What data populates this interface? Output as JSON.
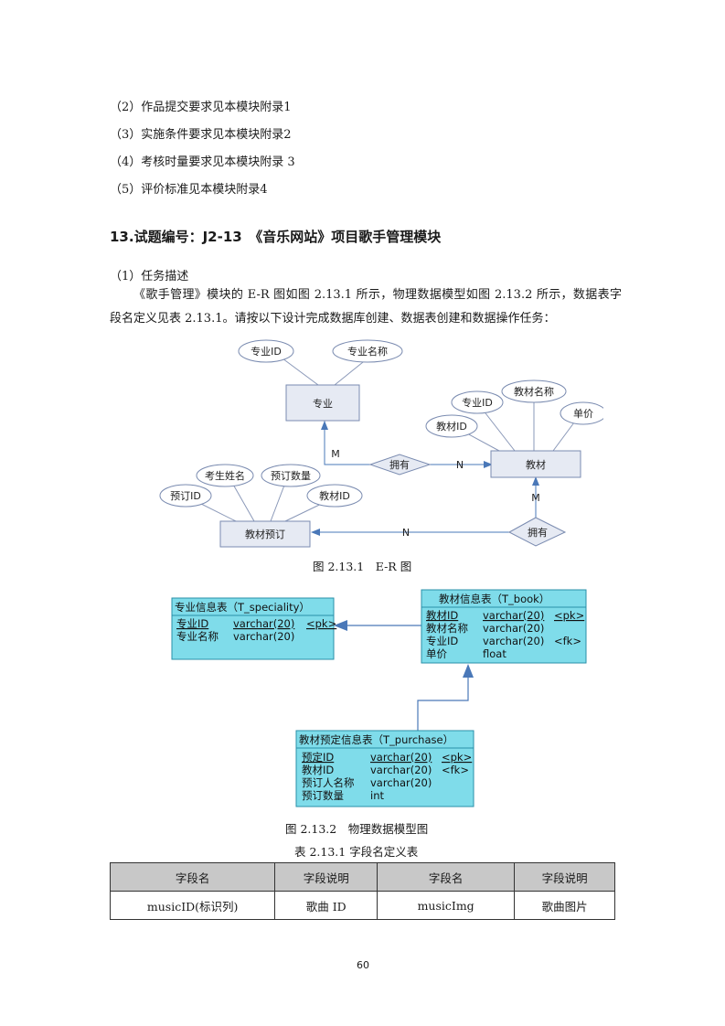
{
  "list_items": [
    "（2）作品提交要求见本模块附录1",
    "（3）实施条件要求见本模块附录2",
    "（4）考核时量要求见本模块附录 3",
    "（5）评价标准见本模块附录4"
  ],
  "section_heading": "13.试题编号：J2-13　《音乐网站》项目歌手管理模块",
  "task_label": "（1）任务描述",
  "paragraph": "《歌手管理》模块的 E-R 图如图 2.13.1 所示，物理数据模型如图 2.13.2 所示，数据表字段名定义见表 2.13.1。请按以下设计完成数据库创建、数据表创建和数据操作任务：",
  "er": {
    "entities": {
      "speciality": "专业",
      "book": "教材",
      "purchase": "教材预订"
    },
    "attributes": {
      "spec_id": "专业ID",
      "spec_name": "专业名称",
      "book_spec_id": "专业ID",
      "book_name": "教材名称",
      "book_id": "教材ID",
      "price": "单价",
      "student_name": "考生姓名",
      "qty": "预订数量",
      "order_id": "预订ID",
      "p_book_id": "教材ID"
    },
    "relations": {
      "r1": "拥有",
      "r2": "拥有"
    },
    "cardinality": {
      "m1": "M",
      "n1": "N",
      "m2": "M",
      "n2": "N"
    }
  },
  "fig1_caption": "图 2.13.1　E-R 图",
  "pdm": {
    "speciality": {
      "title": "专业信息表（T_speciality）",
      "rows": [
        {
          "name": "专业ID",
          "type": "varchar(20)",
          "key": "<pk>"
        },
        {
          "name": "专业名称",
          "type": "varchar(20)",
          "key": ""
        }
      ]
    },
    "book": {
      "title": "教材信息表（T_book）",
      "rows": [
        {
          "name": "教材ID",
          "type": "varchar(20)",
          "key": "<pk>"
        },
        {
          "name": "教材名称",
          "type": "varchar(20)",
          "key": ""
        },
        {
          "name": "专业ID",
          "type": "varchar(20)",
          "key": "<fk>"
        },
        {
          "name": "单价",
          "type": "float",
          "key": ""
        }
      ]
    },
    "purchase": {
      "title": "教材预定信息表（T_purchase）",
      "rows": [
        {
          "name": "预定ID",
          "type": "varchar(20)",
          "key": "<pk>"
        },
        {
          "name": "教材ID",
          "type": "varchar(20)",
          "key": "<fk>"
        },
        {
          "name": "预订人名称",
          "type": "varchar(20)",
          "key": ""
        },
        {
          "name": "预订数量",
          "type": "int",
          "key": ""
        }
      ]
    }
  },
  "fig2_caption": "图 2.13.2　物理数据模型图",
  "table_caption": "表 2.13.1 字段名定义表",
  "field_table": {
    "headers": [
      "字段名",
      "字段说明",
      "字段名",
      "字段说明"
    ],
    "rows": [
      [
        "musicID(标识列)",
        "歌曲 ID",
        "musicImg",
        "歌曲图片"
      ]
    ]
  },
  "page_number": "60",
  "colors": {
    "entity_fill": "#e6eaf3",
    "entity_stroke": "#7a8bb0",
    "pdm_fill": "#7fdcea",
    "pdm_stroke": "#2a8fa8",
    "arrow": "#4a78b8"
  }
}
